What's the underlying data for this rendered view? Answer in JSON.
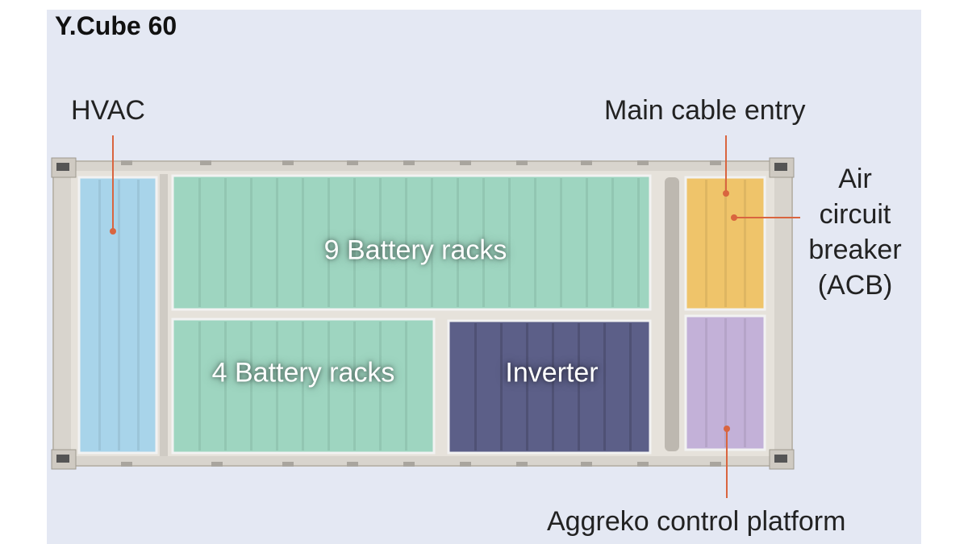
{
  "title": "Y.Cube 60",
  "labels": {
    "hvac": "HVAC",
    "main_cable_entry": "Main cable entry",
    "acb": [
      "Air",
      "circuit",
      "breaker",
      "(ACB)"
    ],
    "control_platform": "Aggreko control platform"
  },
  "zones": {
    "battery_9": "9 Battery racks",
    "battery_4": "4 Battery racks",
    "inverter": "Inverter"
  },
  "colors": {
    "hvac": "#a8d4ea",
    "battery": "#9ed5c0",
    "inverter": "#5c5f88",
    "acb": "#efc46a",
    "control": "#c3b1d8",
    "leader": "#d9653f",
    "frame": "#d8d4cd"
  }
}
